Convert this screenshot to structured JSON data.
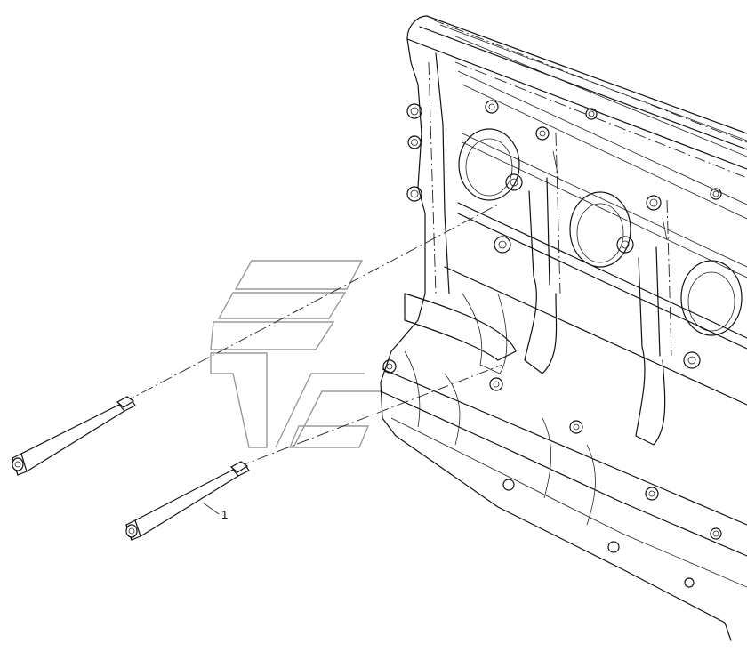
{
  "callouts": [
    {
      "label": "1"
    }
  ],
  "parts": {
    "dowel_pins": {
      "count": 2,
      "icon": "hex-standoff-pin"
    },
    "engine_block": {
      "icon": "cylinder-block"
    }
  },
  "watermark": {
    "icon": "brand-logo-watermark"
  }
}
